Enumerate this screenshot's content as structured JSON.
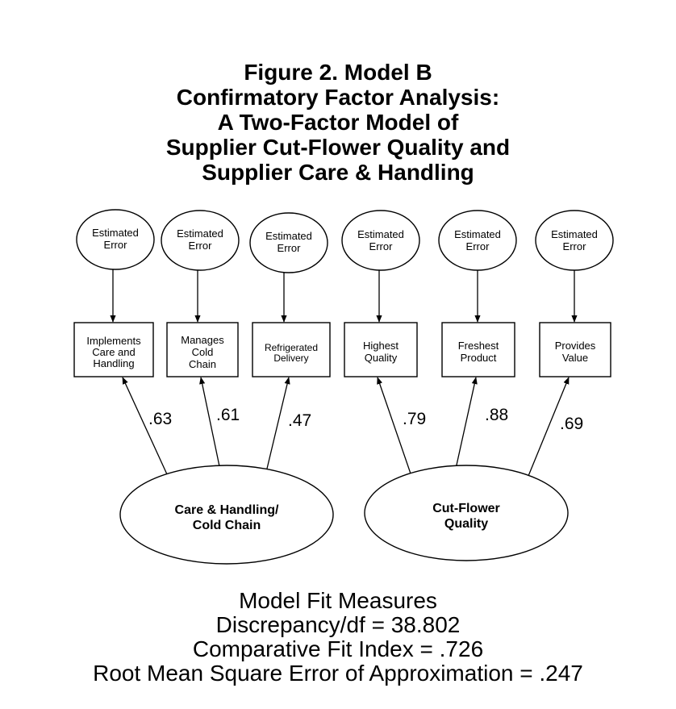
{
  "title": {
    "lines": [
      "Figure 2.  Model B",
      "Confirmatory Factor Analysis:",
      "A Two-Factor Model of",
      "Supplier Cut-Flower Quality and",
      "Supplier Care & Handling"
    ]
  },
  "errors": [
    "Estimated Error",
    "Estimated Error",
    "Estimated Error",
    "Estimated Error",
    "Estimated Error",
    "Estimated Error"
  ],
  "error_lines": [
    [
      "Estimated",
      "Error"
    ],
    [
      "Estimated",
      "Error"
    ],
    [
      "Estimated",
      "Error"
    ],
    [
      "Estimated",
      "Error"
    ],
    [
      "Estimated",
      "Error"
    ],
    [
      "Estimated",
      "Error"
    ]
  ],
  "indicators": [
    {
      "lines": [
        "Implements",
        "Care and",
        "Handling"
      ],
      "loading": ".63"
    },
    {
      "lines": [
        "Manages",
        "Cold",
        "Chain"
      ],
      "loading": ".61"
    },
    {
      "lines": [
        "Refrigerated",
        "Delivery"
      ],
      "loading": ".47"
    },
    {
      "lines": [
        "Highest",
        "Quality"
      ],
      "loading": ".79"
    },
    {
      "lines": [
        "Freshest",
        "Product"
      ],
      "loading": ".88"
    },
    {
      "lines": [
        "Provides",
        "Value"
      ],
      "loading": ".69"
    }
  ],
  "factors": [
    {
      "lines": [
        "Care & Handling/",
        "Cold Chain"
      ]
    },
    {
      "lines": [
        "Cut-Flower",
        "Quality"
      ]
    }
  ],
  "fit": {
    "heading": "Model Fit Measures",
    "lines": [
      "Discrepancy/df =  38.802",
      "Comparative Fit Index = .726",
      "Root Mean Square Error of Approximation = .247"
    ]
  }
}
